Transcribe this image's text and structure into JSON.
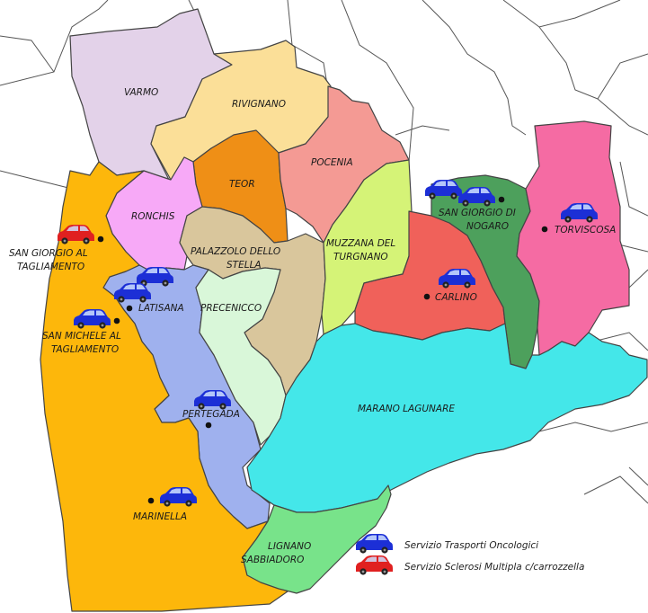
{
  "regions": [
    {
      "id": "varmo",
      "label": "VARMO",
      "color": "#e3d2e9"
    },
    {
      "id": "rivignano",
      "label": "RIVIGNANO",
      "color": "#fbdf98"
    },
    {
      "id": "teor",
      "label": "TEOR",
      "color": "#ef8f16"
    },
    {
      "id": "pocenia",
      "label": "POCENIA",
      "color": "#f49a94"
    },
    {
      "id": "ronchis",
      "label": "RONCHIS",
      "color": "#f7a9f7"
    },
    {
      "id": "palazzolo",
      "label_lines": [
        "PALAZZOLO DELLO",
        "STELLA"
      ],
      "color": "#d9c69c"
    },
    {
      "id": "muzzana",
      "label_lines": [
        "MUZZANA DEL",
        "TURGNANO"
      ],
      "color": "#d5f377"
    },
    {
      "id": "carlino",
      "label": "CARLINO",
      "color": "#f0615a"
    },
    {
      "id": "san-giorgio-nogaro",
      "label_lines": [
        "SAN GIORGIO DI",
        "NOGARO"
      ],
      "color": "#4da05c"
    },
    {
      "id": "torviscosa",
      "label": "TORVISCOSA",
      "color": "#f56ba3"
    },
    {
      "id": "latisana",
      "label": "LATISANA",
      "color": "#9fb1ee"
    },
    {
      "id": "precenicco",
      "label": "PRECENICCO",
      "color": "#d9f7d9"
    },
    {
      "id": "marano",
      "label": "MARANO LAGUNARE",
      "color": "#44e7e9"
    },
    {
      "id": "san-michele",
      "label_lines": [
        "SAN MICHELE AL",
        "TAGLIAMENTO"
      ],
      "color": "#fdb70b"
    },
    {
      "id": "lignano",
      "label_lines": [
        "LIGNANO",
        "SABBIADORO"
      ],
      "color": "#78e38a"
    }
  ],
  "places": [
    {
      "label_lines": [
        "SAN GIORGIO AL",
        "TAGLIAMENTO"
      ]
    },
    {
      "label": "PERTEGADA"
    },
    {
      "label": "MARINELLA"
    }
  ],
  "legend": {
    "items": [
      {
        "label": "Servizio Trasporti Oncologici",
        "car_color": "#1c2fd6"
      },
      {
        "label": "Servizio Sclerosi Multipla c/carrozzella",
        "car_color": "#e02020"
      }
    ]
  }
}
